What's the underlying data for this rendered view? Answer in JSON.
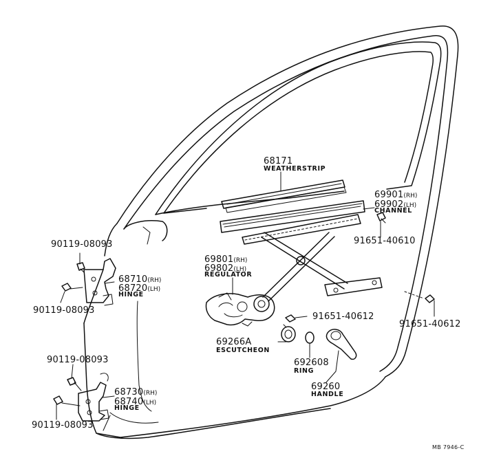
{
  "diagram": {
    "ref_code": "MB  7946-C",
    "parts": {
      "weatherstrip": {
        "number": "68171",
        "name": "WEATHERSTRIP"
      },
      "channel": {
        "number_rh": "69901",
        "number_lh": "69902",
        "suffix_rh": "(RH)",
        "suffix_lh": "(LH)",
        "name": "CHANNEL"
      },
      "channel_bolt": {
        "number": "91651-40610"
      },
      "regulator": {
        "number_rh": "69801",
        "number_lh": "69802",
        "suffix_rh": "(RH)",
        "suffix_lh": "(LH)",
        "name": "REGULATOR"
      },
      "regulator_bolt_a": {
        "number": "91651-40612"
      },
      "regulator_bolt_b": {
        "number": "91651-40612"
      },
      "escutcheon": {
        "number": "69266A",
        "name": "ESCUTCHEON"
      },
      "ring": {
        "number": "692608",
        "name": "RING"
      },
      "handle": {
        "number": "69260",
        "name": "HANDLE"
      },
      "upper_hinge": {
        "number_rh": "68710",
        "number_lh": "68720",
        "suffix_rh": "(RH)",
        "suffix_lh": "(LH)",
        "name": "HINGE"
      },
      "upper_hinge_bolt_top": {
        "number": "90119-08093"
      },
      "upper_hinge_bolt_bottom": {
        "number": "90119-08093"
      },
      "lower_hinge": {
        "number_rh": "68730",
        "number_lh": "68740",
        "suffix_rh": "(RH)",
        "suffix_lh": "(LH)",
        "name": "HINGE"
      },
      "lower_hinge_bolt_top": {
        "number": "90119-08093"
      },
      "lower_hinge_bolt_bottom": {
        "number": "90119-08093"
      }
    }
  }
}
